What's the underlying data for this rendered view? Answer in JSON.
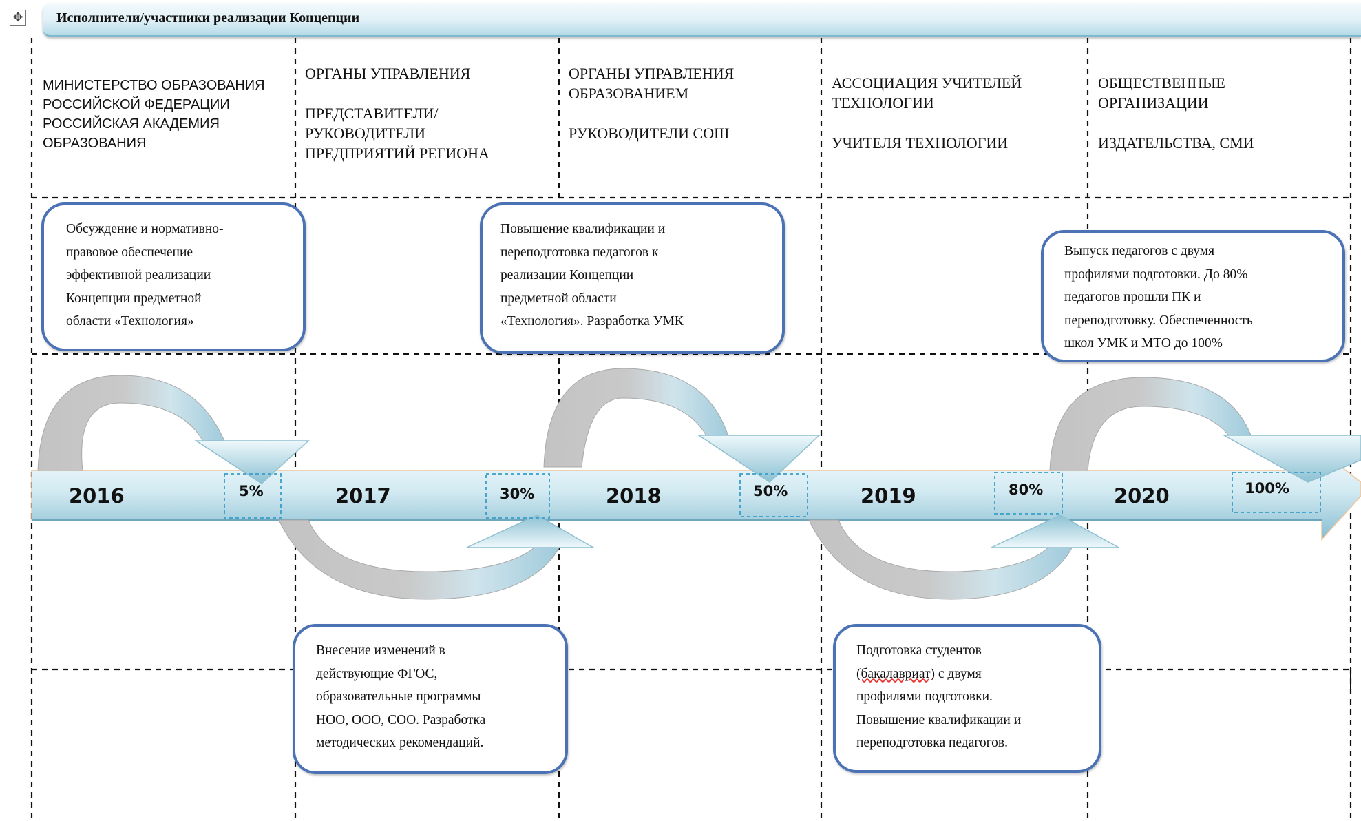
{
  "title": "Исполнители/участники реализации Концепции",
  "columns": [
    {
      "label": "МИНИСТЕРСТВО ОБРАЗОВАНИЯ\nРОССИЙСКОЙ ФЕДЕРАЦИИ\nРОССИЙСКАЯ АКАДЕМИЯ\nОБРАЗОВАНИЯ"
    },
    {
      "label": "ОРГАНЫ УПРАВЛЕНИЯ\n\nПРЕДСТАВИТЕЛИ/\nРУКОВОДИТЕЛИ\nПРЕДПРИЯТИЙ РЕГИОНА"
    },
    {
      "label": "ОРГАНЫ УПРАВЛЕНИЯ\nОБРАЗОВАНИЕМ\n\nРУКОВОДИТЕЛИ СОШ"
    },
    {
      "label": "АССОЦИАЦИЯ УЧИТЕЛЕЙ\nТЕХНОЛОГИИ\n\nУЧИТЕЛЯ ТЕХНОЛОГИИ"
    },
    {
      "label": "ОБЩЕСТВЕННЫЕ\nОРГАНИЗАЦИИ\n\nИЗДАТЕЛЬСТВА,  СМИ"
    }
  ],
  "timeline": {
    "years": [
      "2016",
      "2017",
      "2018",
      "2019",
      "2020"
    ],
    "progress": [
      "5%",
      "30%",
      "50%",
      "80%",
      "100%"
    ]
  },
  "callouts": {
    "c2016": "Обсуждение и нормативно-\nправовое обеспечение\nэффективной реализации\nКонцепции предметной\nобласти «Технология»",
    "c2017": "Внесение изменений в\nдействующие ФГОС,\nобразовательные программы\nНОО, ООО, СОО. Разработка\nметодических рекомендаций.",
    "c2018": "Повышение квалификации и\nпереподготовка педагогов к\nреализации  Концепции\nпредметной области\n«Технология».  Разработка УМК",
    "c2019_a": "Подготовка студентов\n",
    "c2019_spell": "(бакалавриат)",
    "c2019_b": "   с двумя\nпрофилями подготовки.\nПовышение квалификации и\nпереподготовка педагогов.",
    "c2020": "Выпуск педагогов с двумя\nпрофилями подготовки. До 80%\nпедагогов прошли ПК и\nпереподготовку. Обеспеченность\nшкол УМК и МТО до 100%"
  },
  "colors": {
    "arrow_light": "#cde6ef",
    "arrow_dark": "#7ab6cb",
    "arc_grey": "#c6c6c6",
    "callout_border": "#4a72b4",
    "grid": "#111111"
  },
  "icons": {
    "table_move": "move-handle-icon"
  }
}
